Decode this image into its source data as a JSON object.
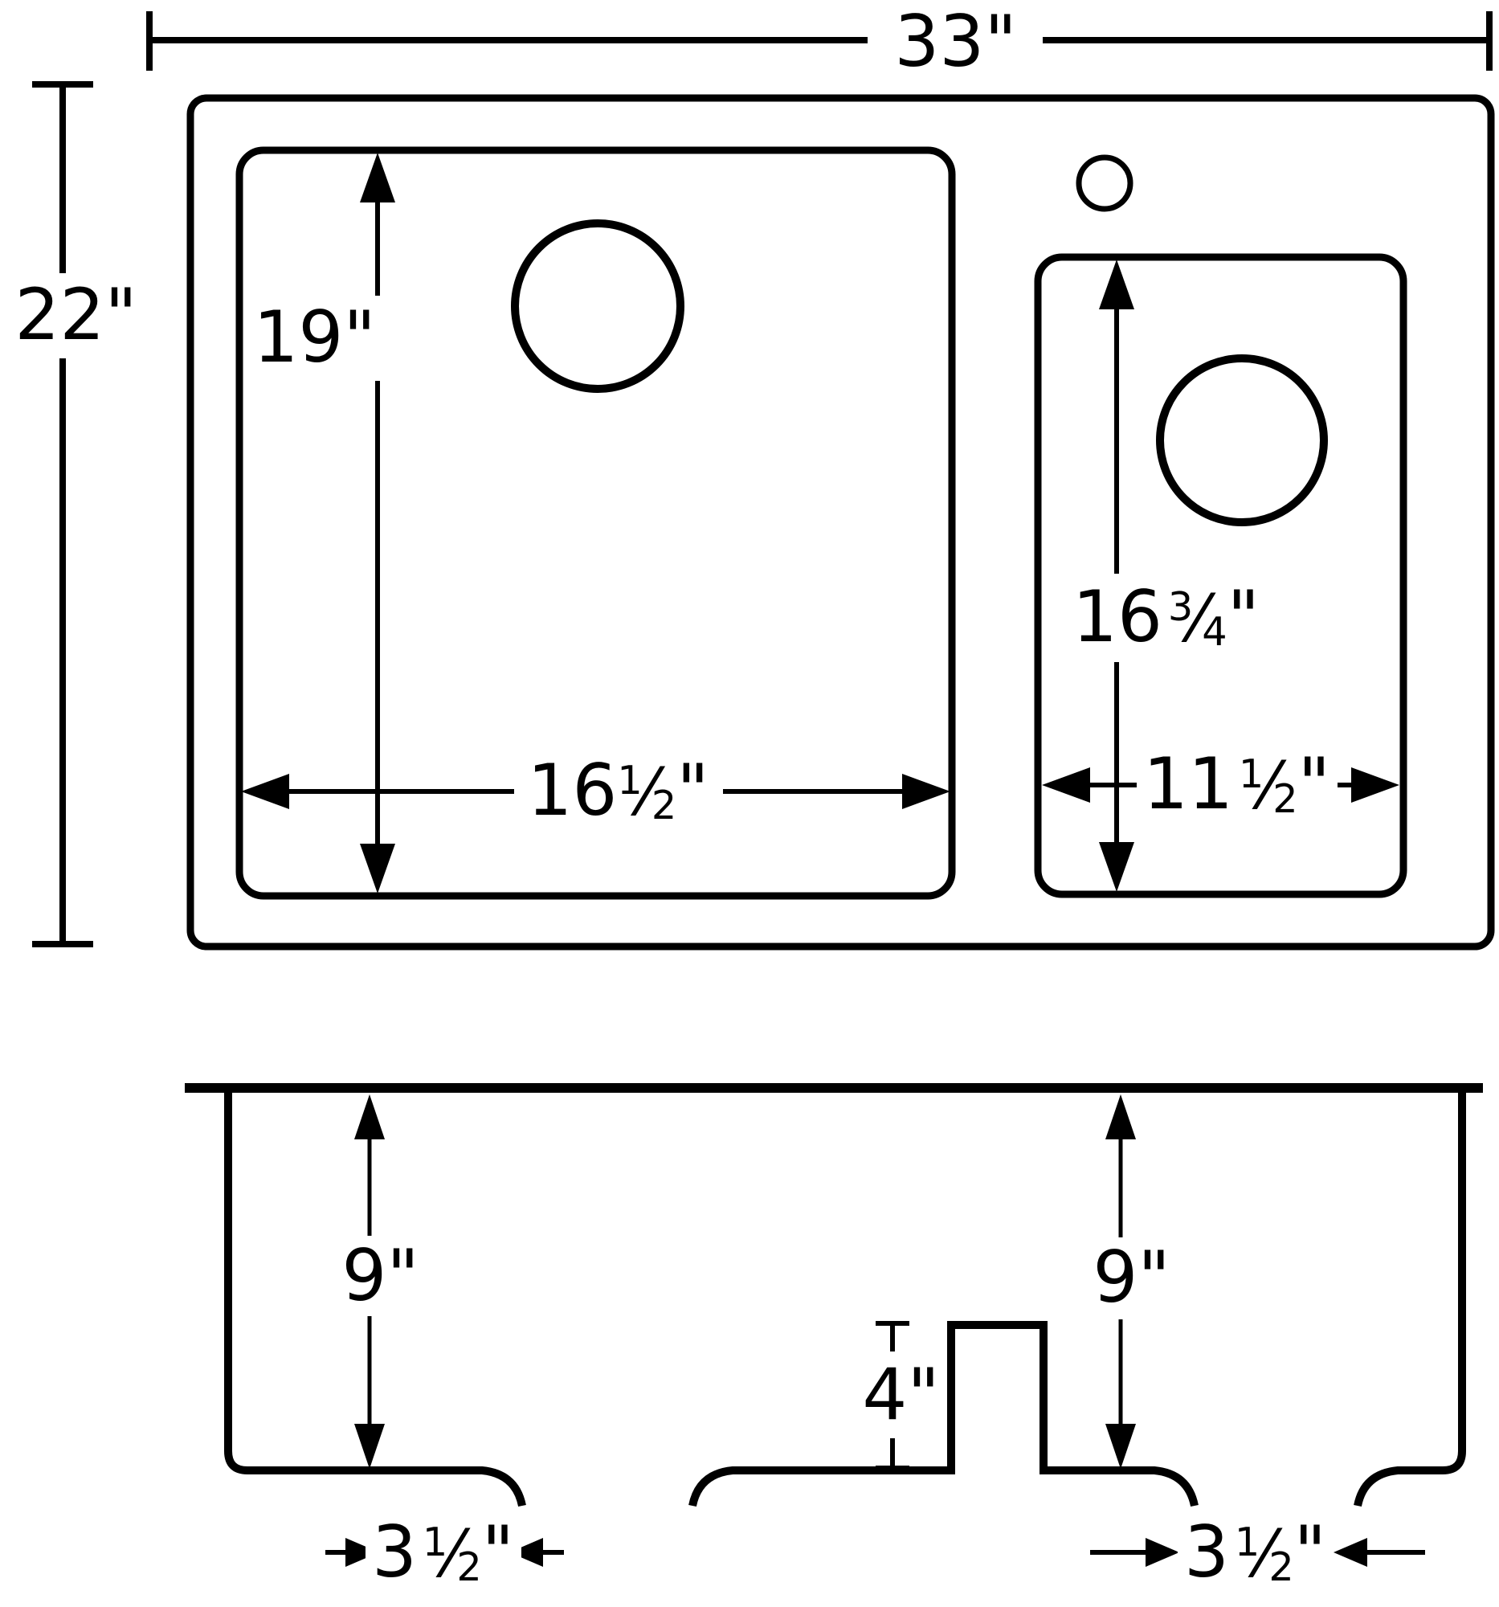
{
  "colors": {
    "ink": "#000000",
    "background": "#ffffff"
  },
  "views": {
    "top": {
      "overall_width": {
        "whole": "33",
        "unit": "\""
      },
      "overall_depth": {
        "whole": "22",
        "unit": "\""
      },
      "large_bowl_depth": {
        "whole": "19",
        "unit": "\""
      },
      "large_bowl_width": {
        "whole": "16",
        "num": "1",
        "slash": "⁄",
        "den": "2",
        "unit": "\""
      },
      "small_bowl_depth": {
        "whole": "16",
        "num": "3",
        "slash": "⁄",
        "den": "4",
        "unit": "\""
      },
      "small_bowl_width": {
        "whole": "11",
        "num": "1",
        "slash": "⁄",
        "den": "2",
        "unit": "\""
      }
    },
    "front": {
      "left_bowl_depth": {
        "whole": "9",
        "unit": "\""
      },
      "right_bowl_depth": {
        "whole": "9",
        "unit": "\""
      },
      "divider_height": {
        "whole": "4",
        "unit": "\""
      },
      "left_drain_width": {
        "whole": "3",
        "num": "1",
        "slash": "⁄",
        "den": "2",
        "unit": "\""
      },
      "right_drain_width": {
        "whole": "3",
        "num": "1",
        "slash": "⁄",
        "den": "2",
        "unit": "\""
      }
    }
  }
}
